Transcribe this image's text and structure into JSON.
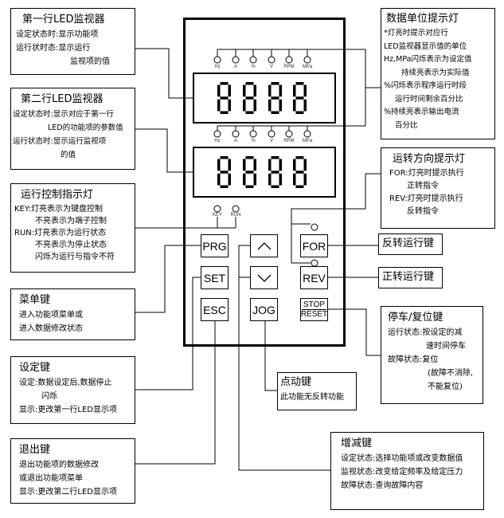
{
  "unit_labels": [
    "Hz",
    "A",
    "%",
    "V",
    "RPM",
    "MPa"
  ],
  "status_leds": [
    "KEY",
    "RUN"
  ],
  "display_digits": "8888",
  "buttons": {
    "prg": "PRG",
    "set": "SET",
    "esc": "ESC",
    "up_icon": "chevron-up",
    "down_icon": "chevron-down",
    "jog": "JOG",
    "for": "FOR",
    "rev": "REV",
    "stop": "STOP",
    "reset": "RESET"
  },
  "boxes": {
    "led1": {
      "title": "第一行LED监视器",
      "lines": [
        "设定状态时:显示功能项",
        "运行状时态:显示运行",
        "监视项的值"
      ]
    },
    "led2": {
      "title": "第二行LED监视器",
      "lines": [
        "设定状态时:显示对应于第一行",
        "LED的功能项的参数值",
        "运行状态时:显示运行监视项",
        "的值"
      ]
    },
    "runctl": {
      "title": "运行控制指示灯",
      "lines": [
        "KEY:灯亮表示为键盘控制",
        "不亮表示为端子控制",
        "RUN:灯亮表示为运行状态",
        "不亮表示为停止状态",
        "闪烁为运行与指令不符"
      ]
    },
    "menu": {
      "title": "菜单键",
      "lines": [
        "进入功能项菜单或",
        "进入数据修改状态"
      ]
    },
    "set": {
      "title": "设定键",
      "lines": [
        "设定:数据设定后,数据停止",
        "闪烁",
        "显示:更改第一行LED显示项"
      ]
    },
    "esc": {
      "title": "退出键",
      "lines": [
        "退出功能项的数据修改",
        "或退出功能项菜单",
        "显示:更改第二行LED显示项"
      ]
    },
    "unit": {
      "title": "数据单位提示灯",
      "lines": [
        "*灯亮时提示对应行",
        "LED监视器显示值的单位",
        "Hz,MPa闪烁表示为设定值",
        "持续亮表示为实际值",
        "%闪烁表示程序运行时段",
        "运行时间剩余百分比",
        "%持续亮表示输出电流",
        "百分比"
      ]
    },
    "dir": {
      "title": "运转方向提示灯",
      "lines": [
        "FOR:灯亮时提示执行",
        "正转指令",
        "REV:灯亮时提示执行",
        "反转指令"
      ]
    },
    "forkey": {
      "title": "反转运行键"
    },
    "revkey": {
      "title": "正转运行键"
    },
    "stop": {
      "title": "停车/复位键",
      "lines": [
        "运行状态:按设定的减",
        "速时间停车",
        "故障状态:复位",
        "(故障不消除,",
        "不能复位)"
      ]
    },
    "jog": {
      "title": "点动键",
      "lines": [
        "此功能无反转功能"
      ]
    },
    "updown": {
      "title": "增减键",
      "lines": [
        "设定状态:选择功能项或改变数据值",
        "监视状态:改变给定频率及给定压力",
        "故障状态:查询故障内容"
      ]
    }
  }
}
